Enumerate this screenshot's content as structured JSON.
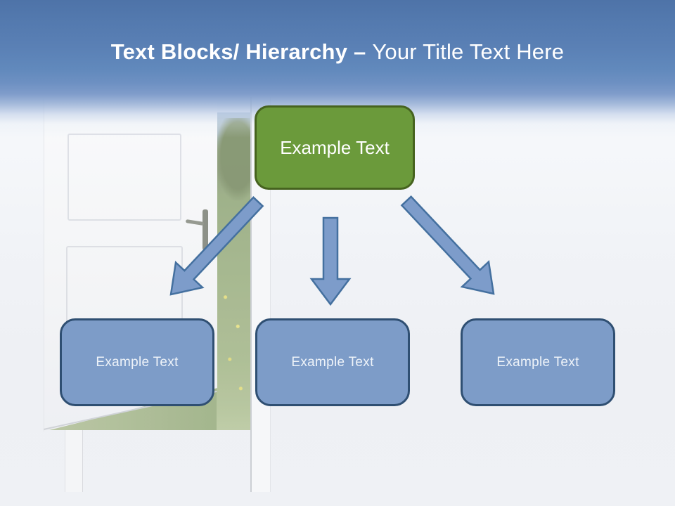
{
  "slide": {
    "title": {
      "bold": "Text Blocks/ Hierarchy –",
      "regular": "Your Title Text Here",
      "color": "#ffffff"
    },
    "header_band": {
      "gradient_top": "#4e73a8",
      "gradient_mid": "#6189bc",
      "gradient_fade": "#7f9cca"
    },
    "background": {
      "color": "#eff1f5",
      "photo_description": "open-white-door-revealing-green-meadow"
    },
    "hierarchy": {
      "root": {
        "label": "Example Text",
        "fill": "#6b9a3b",
        "border_color": "#46631f",
        "text_color": "#ffffff"
      },
      "children": [
        {
          "label": "Example Text"
        },
        {
          "label": "Example Text"
        },
        {
          "label": "Example Text"
        }
      ],
      "child_style": {
        "fill": "#7d9cc8",
        "border_color": "#2f4f72",
        "text_color": "#eef3f9"
      },
      "arrow_style": {
        "fill": "#7d9cca",
        "stroke": "#44709f"
      }
    }
  }
}
